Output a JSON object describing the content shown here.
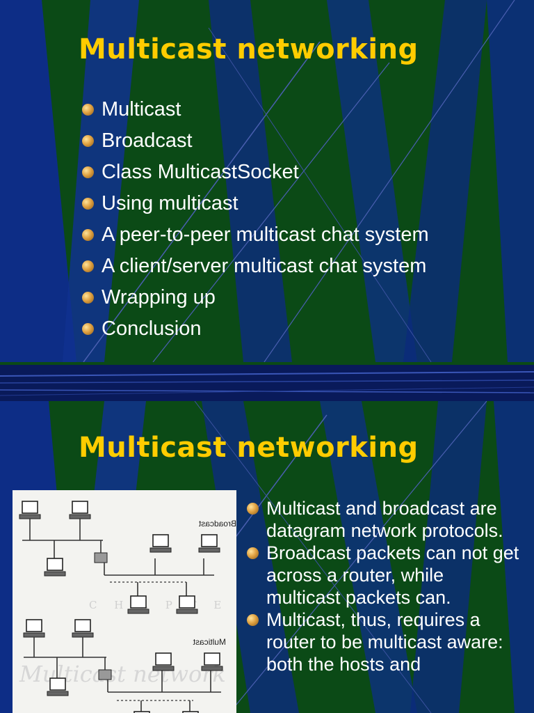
{
  "slide1": {
    "title": "Multicast networking",
    "bullets": [
      "Multicast",
      "Broadcast",
      "Class MulticastSocket",
      "Using multicast",
      "A peer-to-peer multicast chat system",
      "A client/server multicast chat system",
      "Wrapping up",
      "Conclusion"
    ]
  },
  "slide2": {
    "title": "Multicast networking",
    "diagram": {
      "label_broadcast": "Broadcast",
      "label_multicast": "Multicast",
      "watermark": "C H A P T E R",
      "watermark_script": "Multicast network"
    },
    "bullets": [
      "Multicast and broadcast are datagram network protocols.",
      "Broadcast packets can not get across a router, while multicast packets can.",
      "Multicast, thus,  requires a router to be multicast aware: both the hosts and"
    ]
  },
  "colors": {
    "background": "#0b4a16",
    "title": "#ffcc00",
    "text": "#ffffff",
    "accent_blue": "#0d2a8a"
  },
  "icons": [
    "bullet-sphere-icon",
    "computer-icon",
    "router-icon"
  ]
}
